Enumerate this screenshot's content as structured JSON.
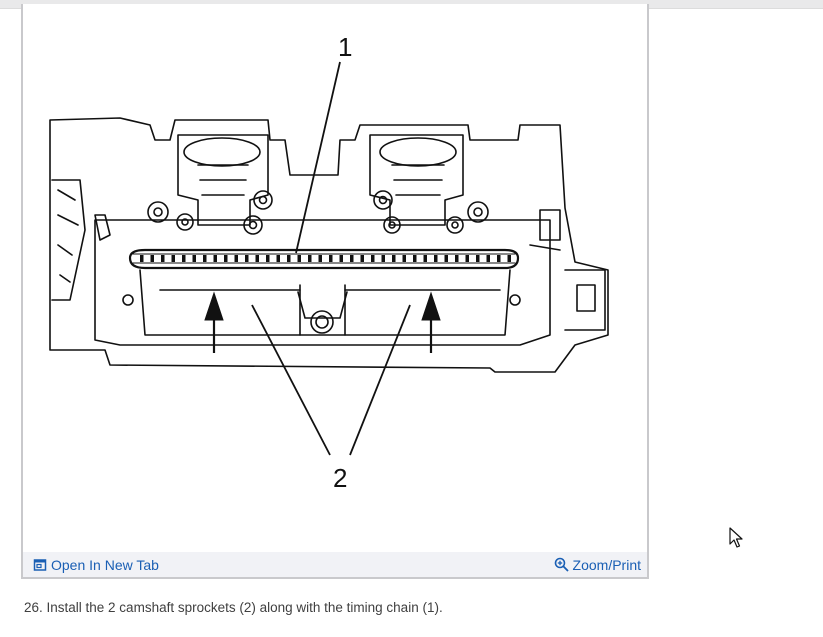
{
  "figure": {
    "callouts": {
      "chain": "1",
      "sprockets": "2"
    }
  },
  "footer": {
    "open_new_tab_label": "Open In New Tab",
    "zoom_print_label": "Zoom/Print",
    "open_icon": "open-in-new-tab-icon",
    "zoom_icon": "zoom-in-icon"
  },
  "step": {
    "text": "26. Install the 2 camshaft sprockets (2) along with the timing chain (1)."
  },
  "colors": {
    "link": "#1a5fb4",
    "footer_bg": "#f1f2f6",
    "frame_border": "#c9c9cc",
    "caption": "#404040"
  }
}
